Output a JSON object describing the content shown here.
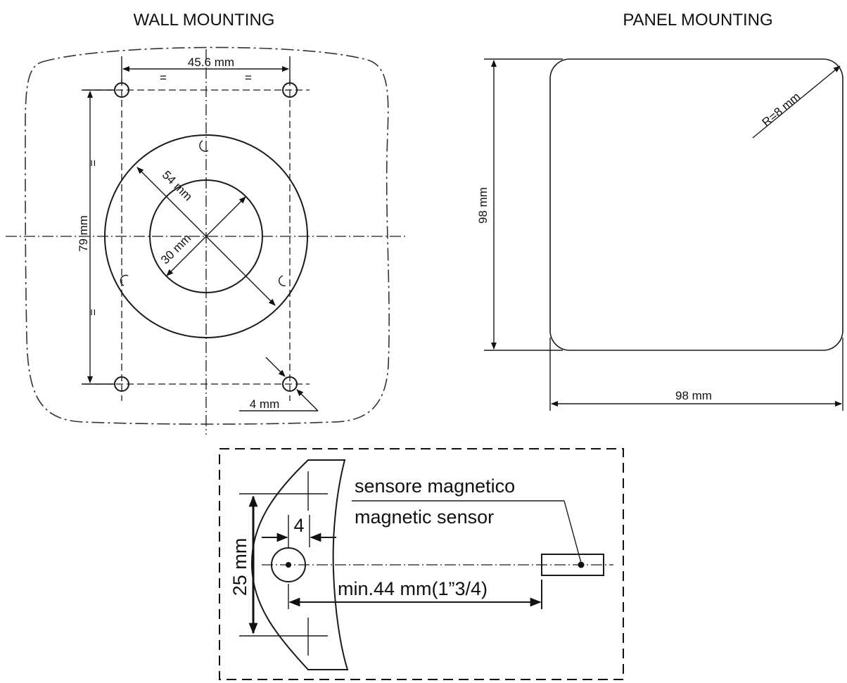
{
  "wall": {
    "title": "WALL MOUNTING",
    "dim_width": "45.6 mm",
    "eq_mark": "=",
    "dim_height": "79 mm",
    "dim_outer_diameter": "54 mm",
    "dim_inner_diameter": "30 mm",
    "dim_hole": "4 mm"
  },
  "panel": {
    "title": "PANEL MOUNTING",
    "dim_radius": "R=8 mm",
    "dim_height": "98 mm",
    "dim_width": "98 mm"
  },
  "sensor": {
    "label_it": "sensore magnetico",
    "label_en": "magnetic sensor",
    "dim_height": "25 mm",
    "dim_offset": "4",
    "dim_distance": "min.44 mm(1”3/4)"
  }
}
